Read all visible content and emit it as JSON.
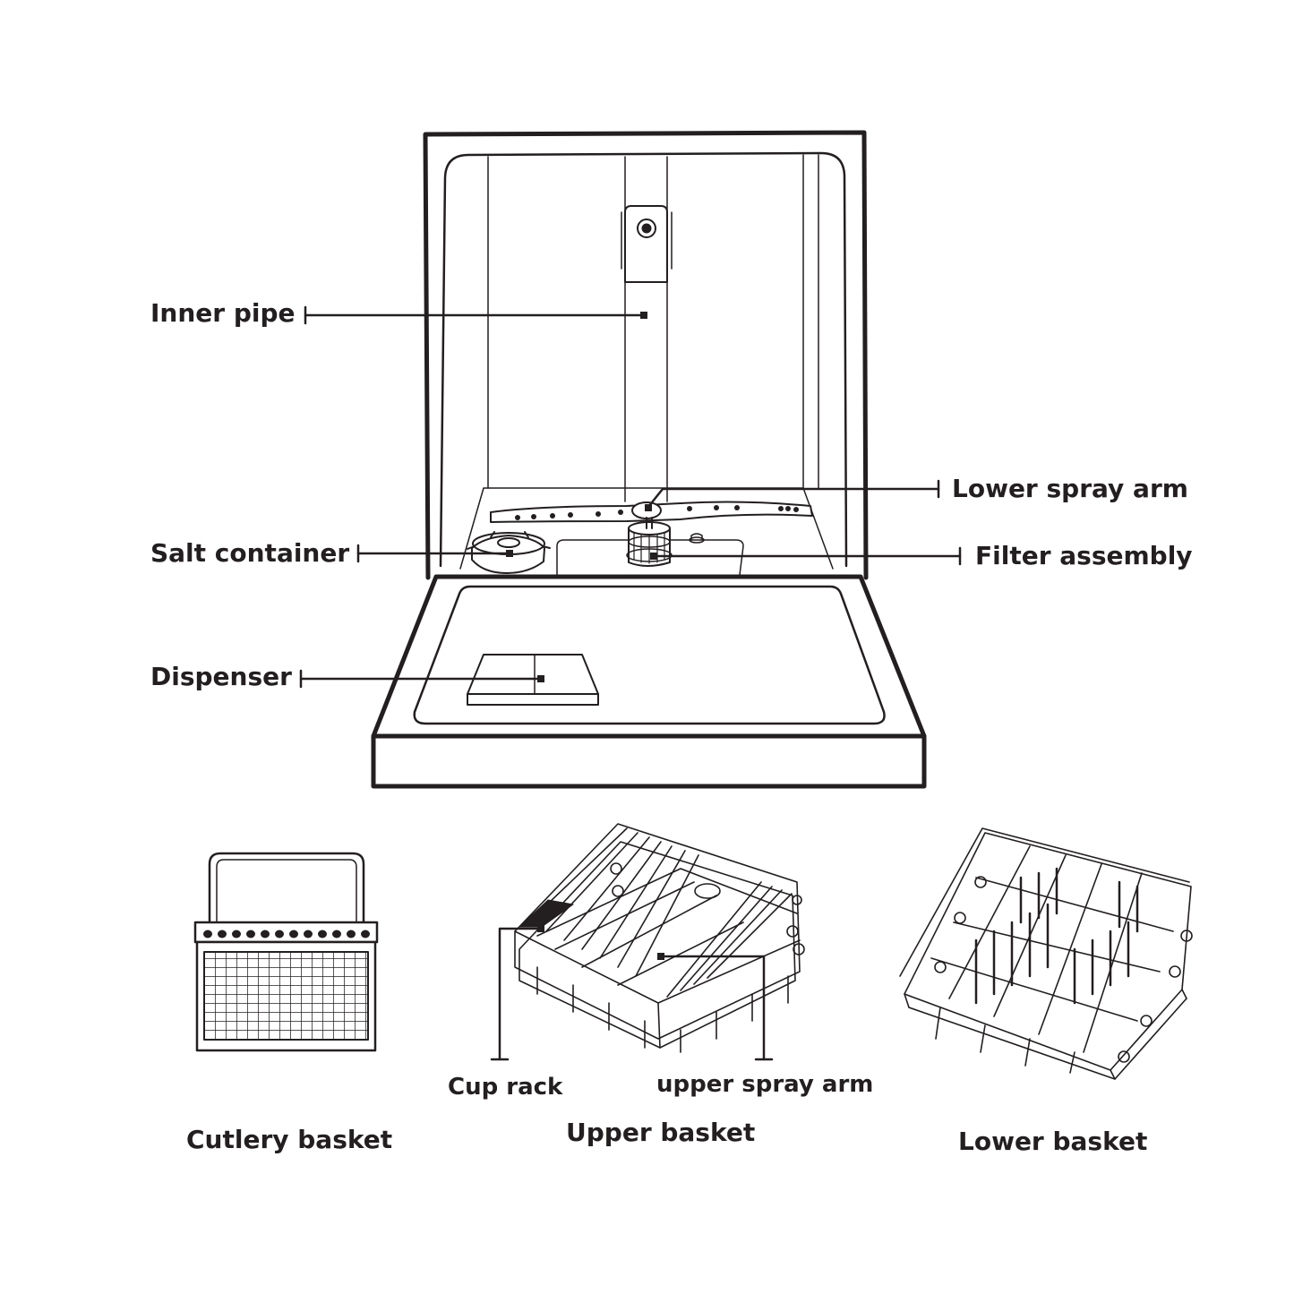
{
  "labels": {
    "inner_pipe": "Inner pipe",
    "lower_spray_arm": "Lower spray arm",
    "salt_container": "Salt container",
    "filter_assembly": "Filter assembly",
    "dispenser": "Dispenser",
    "cup_rack": "Cup rack",
    "upper_spray_arm": "upper spray arm",
    "cutlery_basket": "Cutlery basket",
    "upper_basket": "Upper basket",
    "lower_basket": "Lower basket"
  },
  "colors": {
    "ink": "#231f20",
    "background": "#ffffff"
  }
}
